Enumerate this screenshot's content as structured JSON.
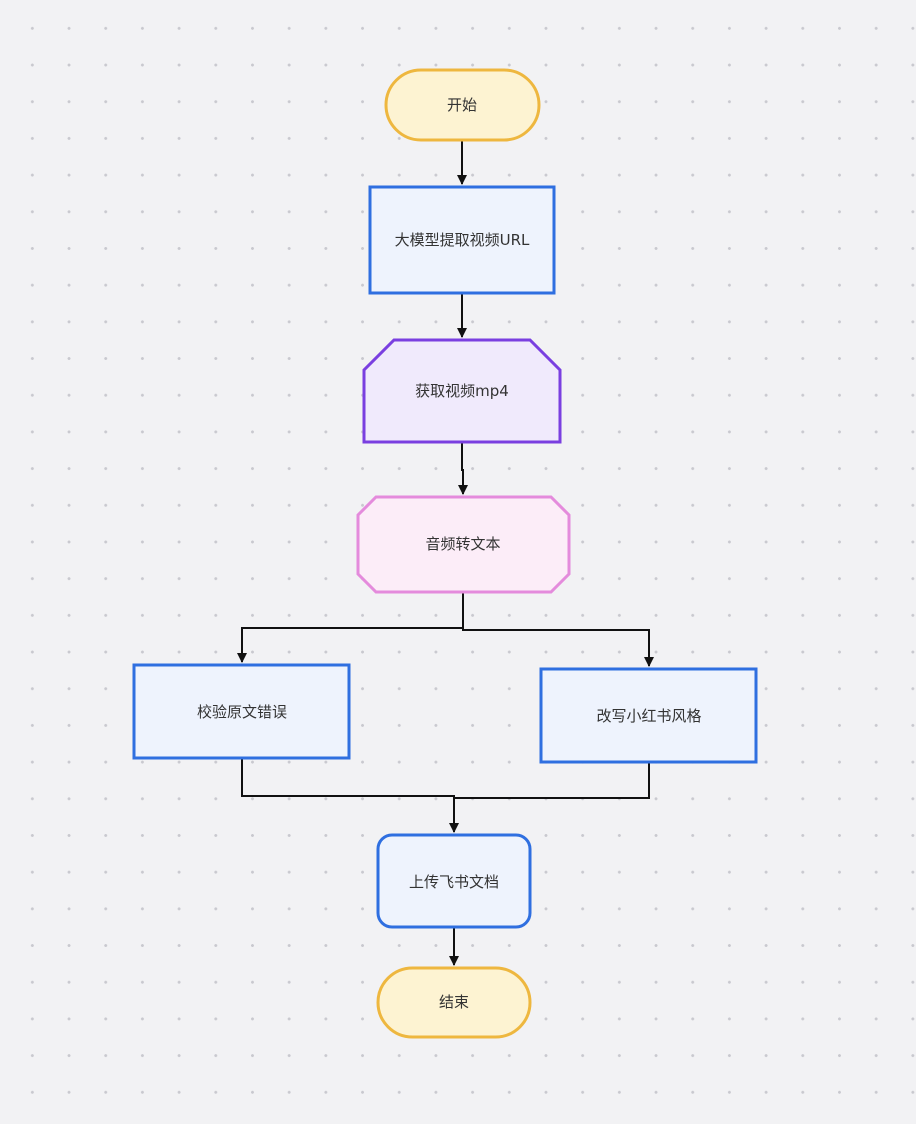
{
  "diagram": {
    "type": "flowchart",
    "nodes": {
      "start": {
        "label": "开始",
        "shape": "terminator",
        "fill": "#fdf3d2",
        "stroke": "#eeb73f"
      },
      "extract_url": {
        "label": "大模型提取视频URL",
        "shape": "rectangle",
        "fill": "#eef3fd",
        "stroke": "#2f6fe0"
      },
      "get_mp4": {
        "label": "获取视频mp4",
        "shape": "loop-limit",
        "fill": "#f0eafc",
        "stroke": "#7a3fe0"
      },
      "audio_to_text": {
        "label": "音频转文本",
        "shape": "octagon",
        "fill": "#fcedf8",
        "stroke": "#e48bdc"
      },
      "check_errors": {
        "label": "校验原文错误",
        "shape": "rectangle",
        "fill": "#eef3fd",
        "stroke": "#2f6fe0"
      },
      "rewrite_style": {
        "label": "改写小红书风格",
        "shape": "rectangle",
        "fill": "#eef3fd",
        "stroke": "#2f6fe0"
      },
      "upload_feishu": {
        "label": "上传飞书文档",
        "shape": "rounded-rectangle",
        "fill": "#eef3fd",
        "stroke": "#2f6fe0"
      },
      "end": {
        "label": "结束",
        "shape": "terminator",
        "fill": "#fdf3d2",
        "stroke": "#eeb73f"
      }
    },
    "edges": [
      {
        "from": "start",
        "to": "extract_url"
      },
      {
        "from": "extract_url",
        "to": "get_mp4"
      },
      {
        "from": "get_mp4",
        "to": "audio_to_text"
      },
      {
        "from": "audio_to_text",
        "to": "check_errors"
      },
      {
        "from": "audio_to_text",
        "to": "rewrite_style"
      },
      {
        "from": "check_errors",
        "to": "upload_feishu"
      },
      {
        "from": "rewrite_style",
        "to": "upload_feishu"
      },
      {
        "from": "upload_feishu",
        "to": "end"
      }
    ],
    "colors": {
      "edge": "#111111",
      "text": "#333333",
      "background": "#f2f2f4"
    }
  }
}
